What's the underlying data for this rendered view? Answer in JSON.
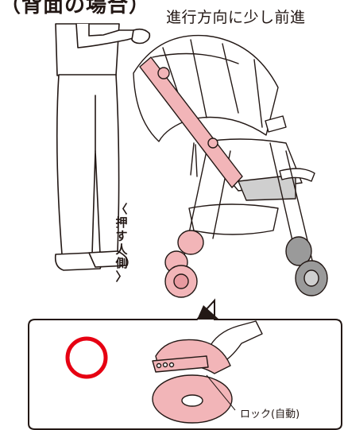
{
  "heading": "（背面の場合）",
  "direction_note": "進行方向に少し前進",
  "push_side_label": [
    "〈",
    "押",
    "す",
    "人",
    "側",
    "〉"
  ],
  "lock_label": "ロック(自動)",
  "colors": {
    "line": "#231815",
    "pink": "#f2b5b8",
    "pink_dark": "#e89aa0",
    "circle_ok": "#e60012",
    "gray_wheel": "#9a9a9a",
    "canopy": "#ffffff"
  },
  "icons": [
    "ok-circle-icon",
    "callout-arrow-icon"
  ]
}
